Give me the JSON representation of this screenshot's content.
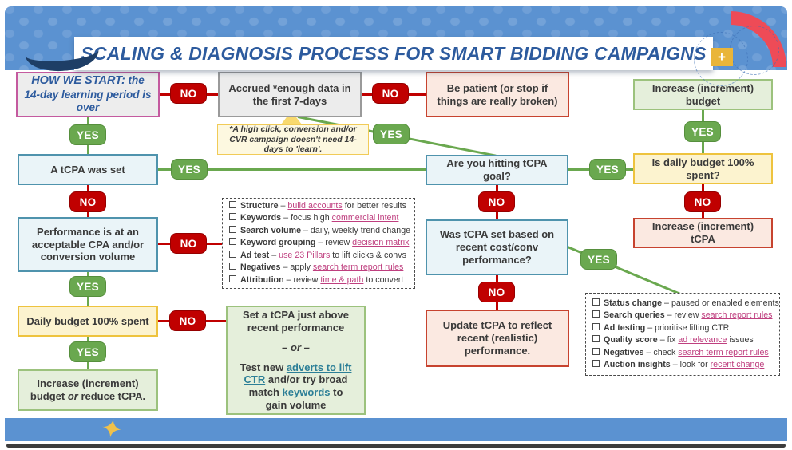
{
  "title": "SCALING & DIAGNOSIS PROCESS FOR SMART BIDDING CAMPAIGNS",
  "badges": {
    "yes": "YES",
    "no": "NO"
  },
  "decor": {
    "plus": "+",
    "star": "✦"
  },
  "boxes": {
    "how_we_start": {
      "lead": "HOW WE START:",
      "rest": " the 14-day learning period is over"
    },
    "accrued": "Accrued *enough data in the first 7-days",
    "be_patient": "Be patient (or stop if things are really broken)",
    "increase_budget": "Increase (increment) budget",
    "learning_note": "*A high click, conversion and/or CVR campaign doesn't need 14-days to 'learn'.",
    "tcpa_was_set": "A tCPA was set",
    "hitting_goal": "Are you hitting tCPA goal?",
    "daily_budget_question": "Is daily budget 100% spent?",
    "performance": "Performance is at an acceptable CPA and/or conversion volume",
    "was_tcpa_recent": "Was tCPA set based on recent cost/conv performance?",
    "increase_tcpa": "Increase (increment) tCPA",
    "daily_budget_spent": "Daily budget 100% spent",
    "update_tcpa": "Update tCPA to reflect recent (realistic) performance.",
    "increase_or_reduce": {
      "pre": "Increase (increment) budget ",
      "italic": "or",
      "post": " reduce tCPA."
    },
    "set_tcpa": {
      "line1": "Set a tCPA just above recent performance",
      "separator": "– or –",
      "line3_pre": "Test new ",
      "line3_link1": "adverts to lift CTR",
      "line3_mid": " and/or try broad match ",
      "line3_link2": "keywords",
      "line3_post": " to gain volume"
    }
  },
  "checklists": {
    "diagnosis": [
      {
        "label": "Structure",
        "pre": " – ",
        "link": "build accounts",
        "post": " for better results"
      },
      {
        "label": "Keywords",
        "pre": " – focus high ",
        "link": "commercial intent",
        "post": ""
      },
      {
        "label": "Search volume",
        "pre": " – daily, weekly trend change",
        "link": "",
        "post": ""
      },
      {
        "label": "Keyword grouping",
        "pre": " – review ",
        "link": "decision matrix",
        "post": ""
      },
      {
        "label": "Ad test",
        "pre": " – ",
        "link": "use 23 Pillars",
        "post": " to lift clicks & convs"
      },
      {
        "label": "Negatives",
        "pre": " – apply ",
        "link": "search term report rules",
        "post": ""
      },
      {
        "label": "Attribution",
        "pre": " – review ",
        "link": "time & path",
        "post": " to convert"
      }
    ],
    "insights": [
      {
        "label": "Status change",
        "pre": " – paused or enabled elements",
        "link": "",
        "post": ""
      },
      {
        "label": "Search queries",
        "pre": " – review ",
        "link": "search report rules",
        "post": ""
      },
      {
        "label": "Ad testing",
        "pre": " – prioritise lifting CTR",
        "link": "",
        "post": ""
      },
      {
        "label": "Quality score",
        "pre": " – fix ",
        "link": "ad relevance",
        "post": " issues"
      },
      {
        "label": "Negatives",
        "pre": " – check ",
        "link": "search term report rules",
        "post": ""
      },
      {
        "label": "Auction insights",
        "pre": " – look for ",
        "link": "recent change",
        "post": ""
      }
    ]
  },
  "colors": {
    "banner_blue": "#5b92d1",
    "title_blue": "#2d5b9e",
    "yes_green": "#6aa84f",
    "no_red": "#c00000",
    "link_pink": "#bf3f7f",
    "link_teal": "#2c7f97",
    "arc_red": "#ee4b57",
    "plus_yellow": "#e9b53a"
  }
}
